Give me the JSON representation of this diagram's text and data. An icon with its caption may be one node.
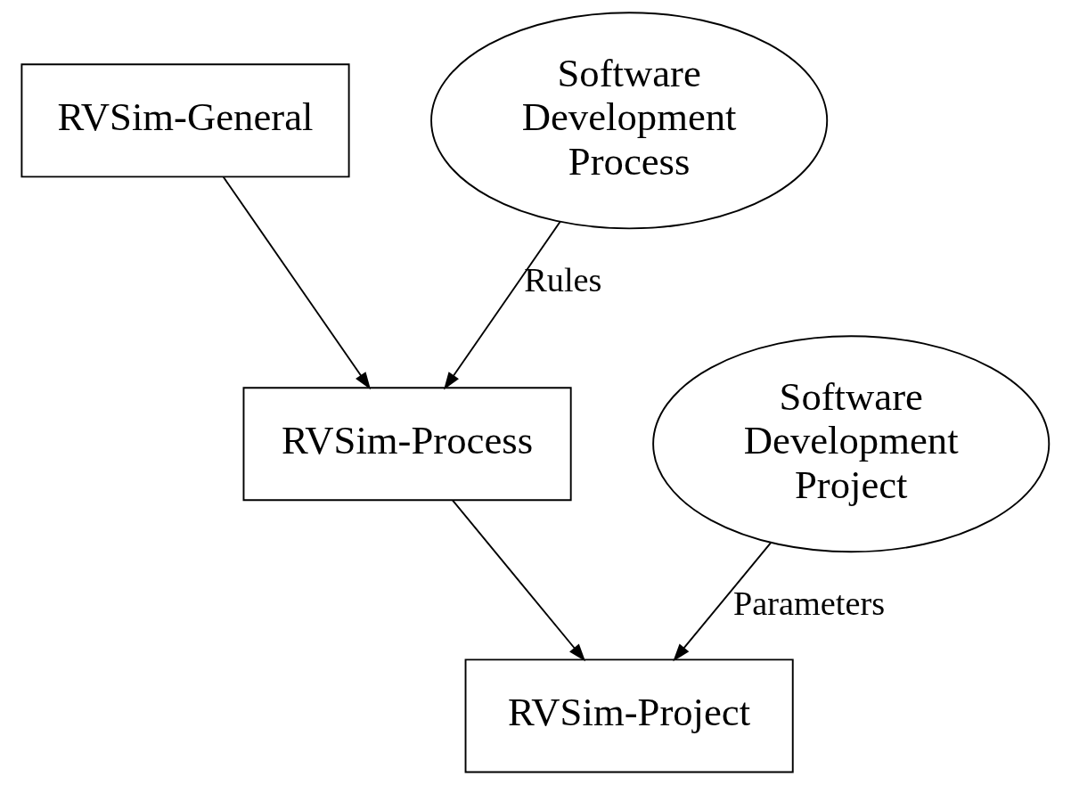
{
  "diagram": {
    "nodes": [
      {
        "text": [
          "RVSim-General"
        ]
      },
      {
        "text": [
          "Software Development Process"
        ]
      },
      {
        "text": [
          "RVSim-Process"
        ]
      },
      {
        "text": [
          "Software Development Project"
        ]
      },
      {
        "text": [
          "RVSim-Project"
        ]
      }
    ],
    "edges": [
      {
        "from": 0,
        "to": 2,
        "arrow": "to"
      },
      {
        "from": 1,
        "to": 2,
        "arrow": "to",
        "label": "Rules"
      },
      {
        "from": 2,
        "to": 4,
        "arrow": "to"
      },
      {
        "from": 3,
        "to": 4,
        "arrow": "to",
        "label": "Parameters"
      }
    ]
  }
}
